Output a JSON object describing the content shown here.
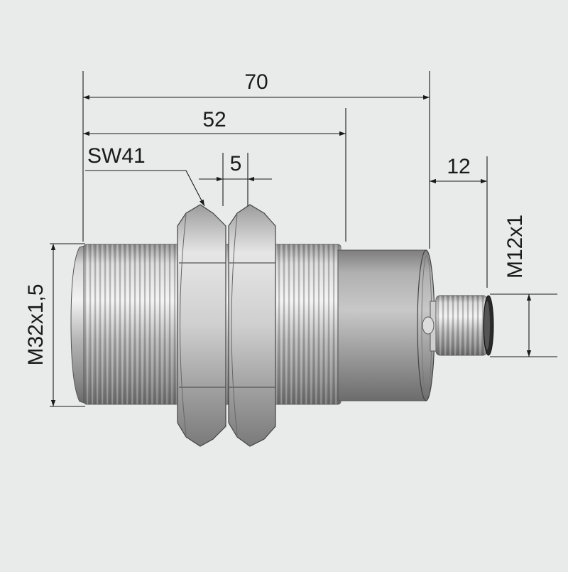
{
  "drawing": {
    "background_color": "#e9ebeb",
    "line_color": "#1a1a1a",
    "metal_color": "#b9b9b9",
    "dimensions": {
      "overall_length": "70",
      "thread_length": "52",
      "nut_thickness": "5",
      "connector_length": "12",
      "wrench_size": "SW41",
      "body_thread": "M32x1,5",
      "connector_thread": "M12x1"
    }
  }
}
